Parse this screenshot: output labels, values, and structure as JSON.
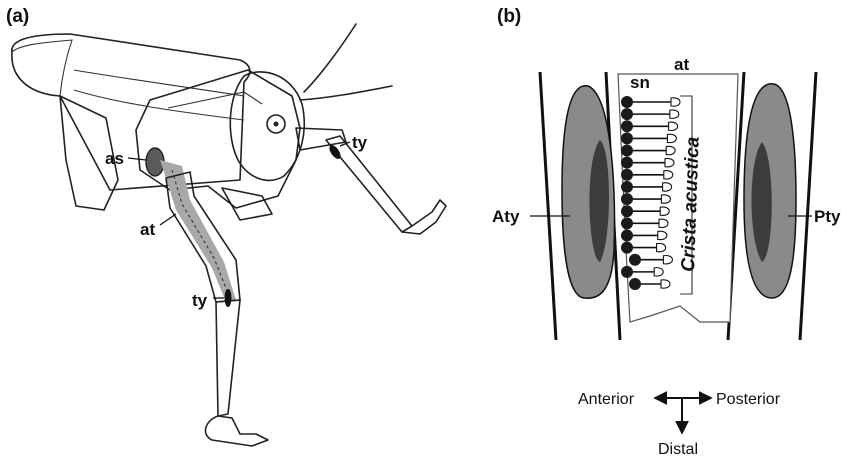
{
  "panel_a": {
    "label": "(a)",
    "parts": {
      "acoustic_spiracle": "as",
      "acoustic_trachea": "at",
      "tympanum_mid_leg": "ty",
      "tympanum_fore_leg": "ty"
    }
  },
  "panel_b": {
    "label": "(b)",
    "labels": {
      "acoustic_trachea": "at",
      "sensory_neurons": "sn",
      "organ_name": "Crista acustica",
      "anterior_tympanum": "Aty",
      "posterior_tympanum": "Pty"
    },
    "neuron_count": 16,
    "colors": {
      "tympanum_outer": "#8a8a8a",
      "tympanum_inner": "#3c3c3c",
      "neuron_body": "#1a1a1a",
      "trachea_fill": "#a8a8a8"
    }
  },
  "orientation": {
    "anterior": "Anterior",
    "posterior": "Posterior",
    "distal": "Distal"
  }
}
